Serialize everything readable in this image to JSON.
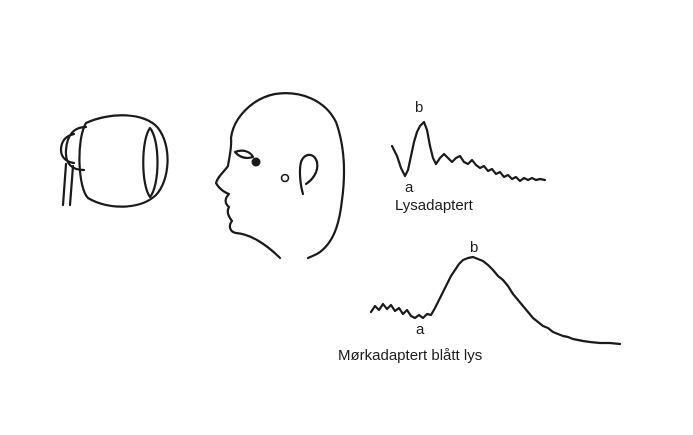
{
  "figure": {
    "light_adapted": {
      "caption": "Lysadaptert",
      "wave_a": "a",
      "wave_b": "b"
    },
    "dark_adapted": {
      "caption": "Mørkadaptert blått lys",
      "wave_a": "a",
      "wave_b": "b"
    }
  },
  "colors": {
    "ink": "#1a1a1a",
    "background": "#ffffff"
  }
}
